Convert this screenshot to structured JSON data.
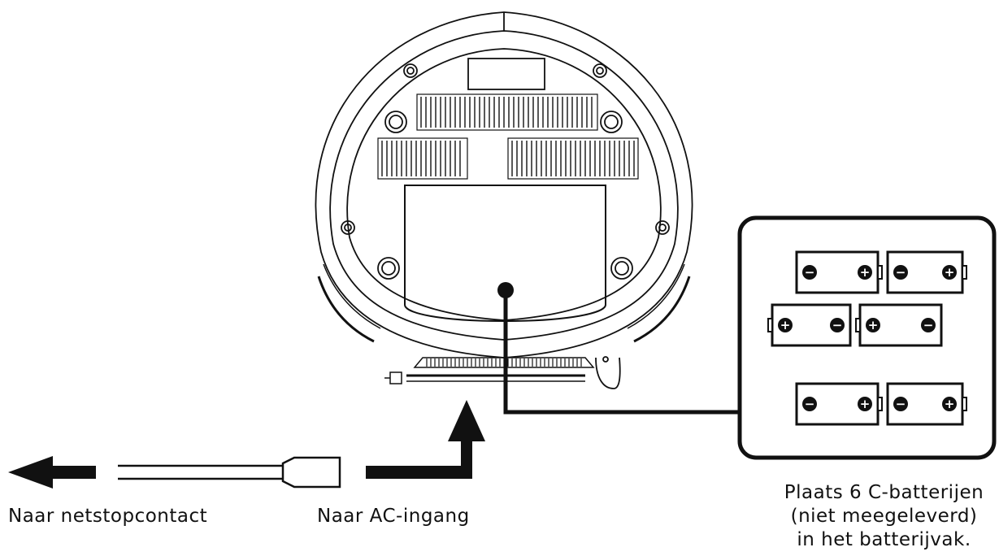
{
  "labels": {
    "to_mains": "Naar netstopcontact",
    "to_ac_input": "Naar AC-ingang",
    "battery_note": [
      "Plaats 6 C-batterijen",
      "(niet meegeleverd)",
      "in het batterijvak."
    ]
  },
  "battery_compartment": {
    "battery_count": 6,
    "battery_size": "C",
    "symbols": {
      "negative": "−",
      "positive": "+"
    }
  },
  "colors": {
    "line": "#111111",
    "background": "#ffffff"
  }
}
